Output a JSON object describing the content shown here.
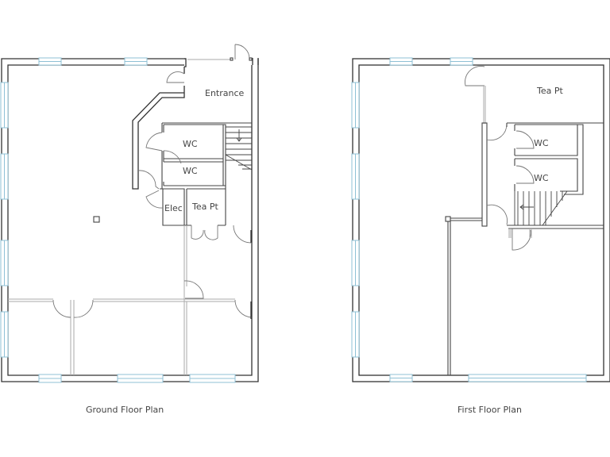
{
  "ground_floor": {
    "caption": "Ground Floor Plan",
    "rooms": {
      "entrance": "Entrance",
      "wc1": "WC",
      "wc2": "WC",
      "elec": "Elec",
      "tea_point": "Tea Pt"
    }
  },
  "first_floor": {
    "caption": "First Floor Plan",
    "rooms": {
      "tea_point": "Tea Pt",
      "wc1": "WC",
      "wc2": "WC"
    }
  },
  "colors": {
    "wall": "#333333",
    "window": "#8fc1d6",
    "partition": "#aaaaaa",
    "label": "#444444"
  }
}
